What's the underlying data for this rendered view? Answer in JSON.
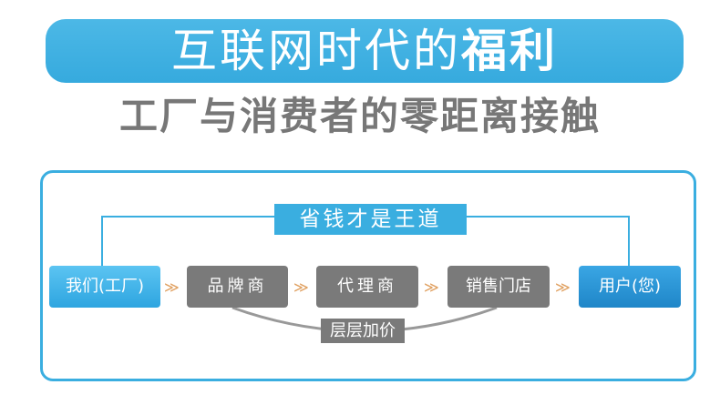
{
  "banner": {
    "title_light": "互联网时代的",
    "title_bold": "福利",
    "accent": "#3aaee0"
  },
  "subtitle": "工厂与消费者的零距离接触",
  "diagram": {
    "top_label": "省钱才是王道",
    "nodes": [
      "我们(工厂)",
      "品牌商",
      "代理商",
      "销售门店",
      "用户(您)"
    ],
    "arrow": "≫",
    "bottom_label": "层层加价"
  }
}
